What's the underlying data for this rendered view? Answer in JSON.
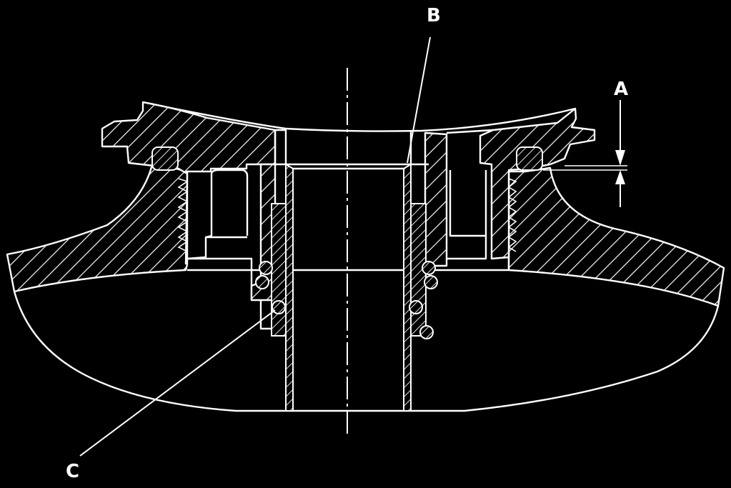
{
  "labels": {
    "a": "A",
    "b": "B",
    "c": "C"
  },
  "colors": {
    "background": "#000000",
    "line": "#ffffff"
  }
}
